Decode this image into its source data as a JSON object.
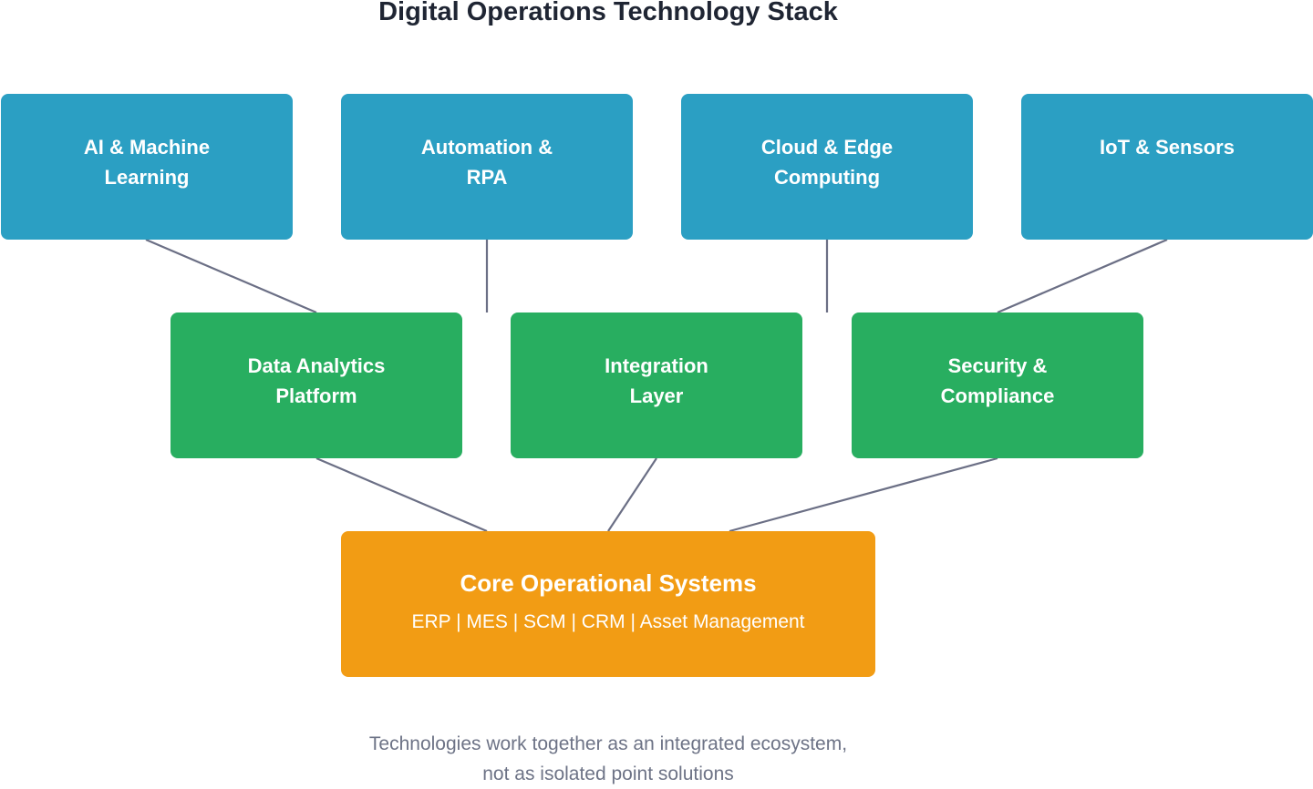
{
  "title": "Digital Operations Technology Stack",
  "technologies": [
    {
      "id": "ai-ml",
      "label": "AI & Machine\nLearning"
    },
    {
      "id": "automation-rpa",
      "label": "Automation &\nRPA"
    },
    {
      "id": "cloud-edge",
      "label": "Cloud & Edge\nComputing"
    },
    {
      "id": "iot-sensors",
      "label": "IoT & Sensors"
    }
  ],
  "platforms": [
    {
      "id": "data-analytics",
      "label": "Data Analytics\nPlatform"
    },
    {
      "id": "integration",
      "label": "Integration\nLayer"
    },
    {
      "id": "security",
      "label": "Security &\nCompliance"
    }
  ],
  "core": {
    "title": "Core Operational Systems",
    "subtitle": "ERP | MES | SCM | CRM | Asset Management"
  },
  "caption": {
    "line1": "Technologies work together as an integrated ecosystem,",
    "line2": "not as isolated point solutions"
  },
  "colors": {
    "technology": "#2b9fc3",
    "platform": "#28ae60",
    "core": "#f29c14",
    "connector": "#6b6f85",
    "title": "#1f2533",
    "caption": "#6d7386"
  }
}
